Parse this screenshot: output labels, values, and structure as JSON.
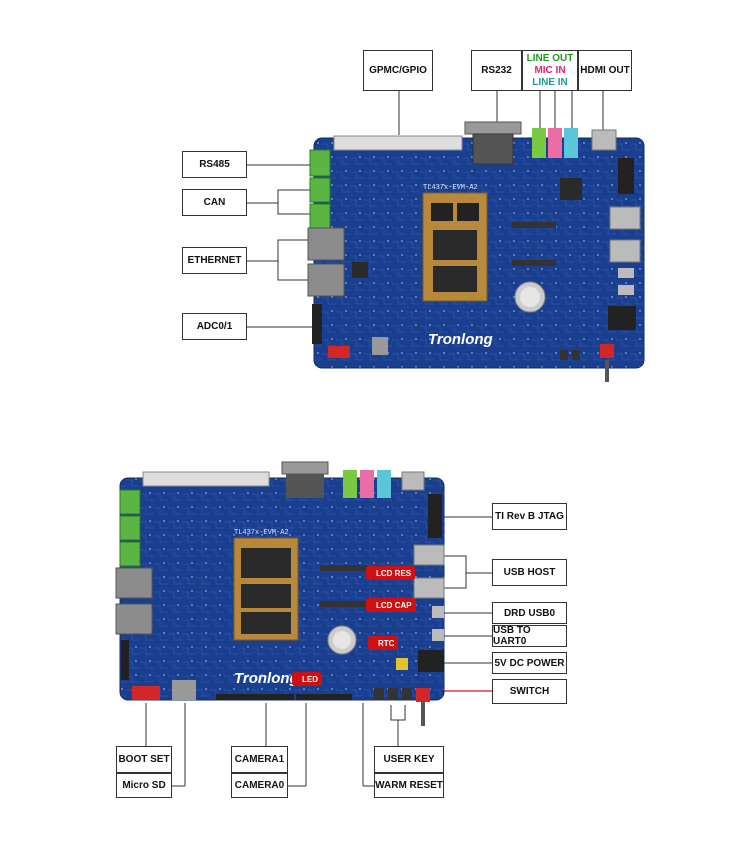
{
  "top": {
    "labels": {
      "gpmc": "GPMC/GPIO",
      "rs232": "RS232",
      "line_out": "LINE OUT",
      "mic_in": "MIC IN",
      "line_in": "LINE IN",
      "hdmi_out": "HDMI OUT",
      "rs485": "RS485",
      "can": "CAN",
      "ethernet": "ETHERNET",
      "adc": "ADC0/1"
    },
    "board": {
      "brand": "Tronlong",
      "silk": "TL437x-EVM-A2"
    }
  },
  "bottom": {
    "labels": {
      "jtag": "TI Rev B JTAG",
      "usb_host": "USB HOST",
      "drd_usb": "DRD USB0",
      "usb_uart": "USB TO UART0",
      "dc_power": "5V DC POWER",
      "switch": "SWITCH",
      "boot_set": "BOOT SET",
      "micro_sd": "Micro SD",
      "camera1": "CAMERA1",
      "camera0": "CAMERA0",
      "user_key": "USER KEY",
      "warm_reset": "WARM RESET"
    },
    "ribbons": {
      "lcd_res": "LCD RES",
      "lcd_cap": "LCD CAP",
      "rtc": "RTC",
      "led": "LED"
    },
    "board": {
      "brand": "Tronlong",
      "silk": "TL437x-EVM-A2"
    }
  },
  "colors": {
    "board": "#1b3f8f",
    "line_out": "#1a9a1a",
    "mic_in": "#e0207a",
    "line_in": "#1a9aa0",
    "ribbon": "#d01010"
  }
}
